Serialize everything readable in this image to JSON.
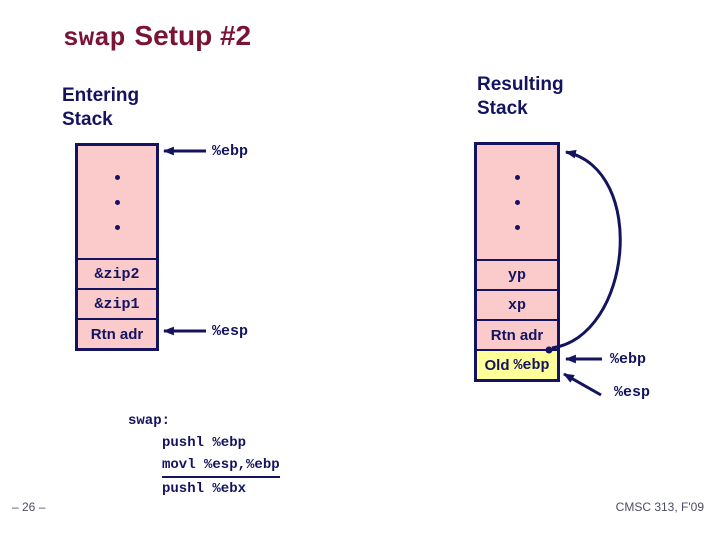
{
  "title": {
    "code_part": "swap",
    "rest_part": "Setup #2"
  },
  "entering_stack": {
    "heading": "Entering Stack",
    "cells": [
      "&zip2",
      "&zip1",
      "Rtn adr"
    ],
    "ebp_label": "%ebp",
    "esp_label": "%esp"
  },
  "resulting_stack": {
    "heading": "Resulting Stack",
    "cells": [
      "yp",
      "xp",
      "Rtn adr"
    ],
    "old_ebp_word": "Old",
    "old_ebp_reg": "%ebp",
    "ebp_label": "%ebp",
    "esp_label": "%esp"
  },
  "code": {
    "label_line": "swap:",
    "lines": [
      "pushl %ebp",
      "movl %esp,%ebp",
      "pushl %ebx"
    ]
  },
  "footer": {
    "left": "– 26 –",
    "right": "CMSC 313, F'09"
  },
  "colors": {
    "navy": "#131360",
    "maroon": "#7b1334",
    "stack_pink": "#fbcaca",
    "highlight_yellow": "#ffff99",
    "footer_gray": "#4c4c66"
  }
}
